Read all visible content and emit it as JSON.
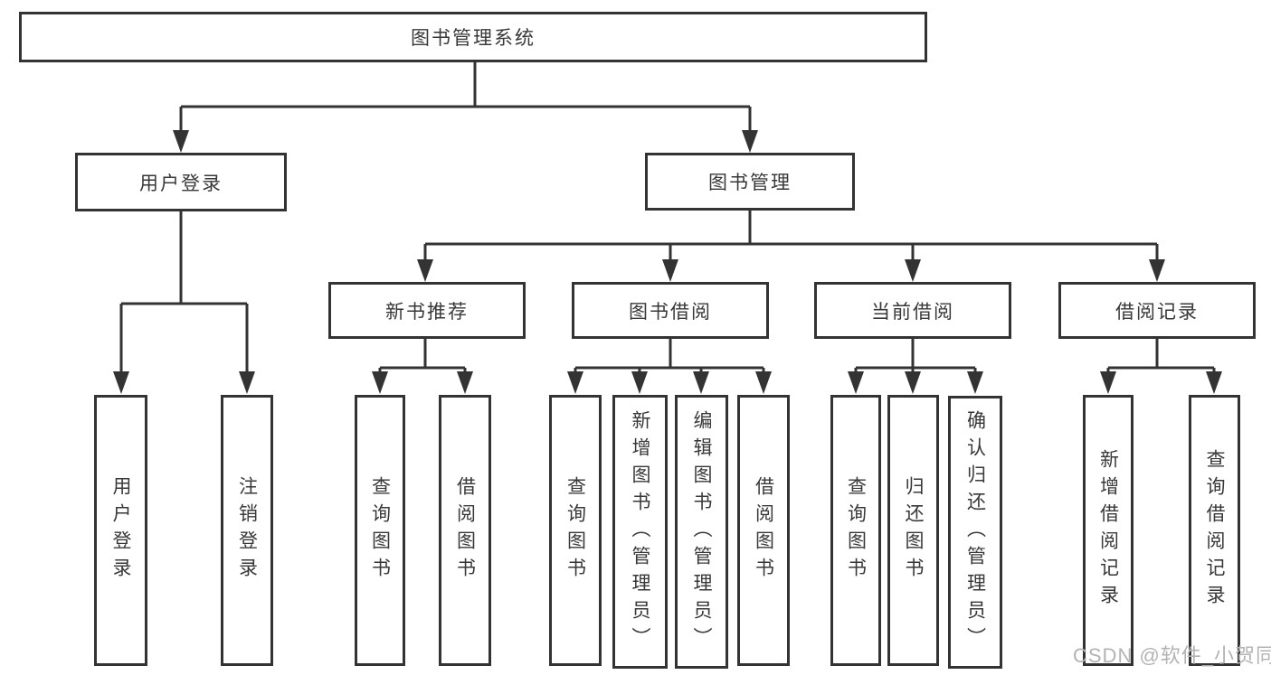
{
  "diagram": {
    "root": "图书管理系统",
    "level2": {
      "user_login": "用户登录",
      "book_management": "图书管理"
    },
    "level3": {
      "new_book_recommend": "新书推荐",
      "book_borrowing": "图书借阅",
      "current_borrowing": "当前借阅",
      "borrowing_records": "借阅记录"
    },
    "leaves": {
      "user_login_login": "用户登录",
      "user_login_logout": "注销登录",
      "recommend_query_book": "查询图书",
      "recommend_borrow_book": "借阅图书",
      "borrowing_query_book": "查询图书",
      "borrowing_add_book": "新增图书（管理员）",
      "borrowing_edit_book": "编辑图书（管理员）",
      "borrowing_borrow_book": "借阅图书",
      "current_query_book": "查询图书",
      "current_return_book": "归还图书",
      "current_confirm_return": "确认归还（管理员）",
      "records_add_record": "新增借阅记录",
      "records_query_record": "查询借阅记录"
    }
  },
  "watermark": "CSDN @软件_小贺同学",
  "colors": {
    "line": "#333333",
    "box_border": "#333333",
    "text": "#383838",
    "watermark": "#b3b3b3",
    "background": "#ffffff"
  }
}
